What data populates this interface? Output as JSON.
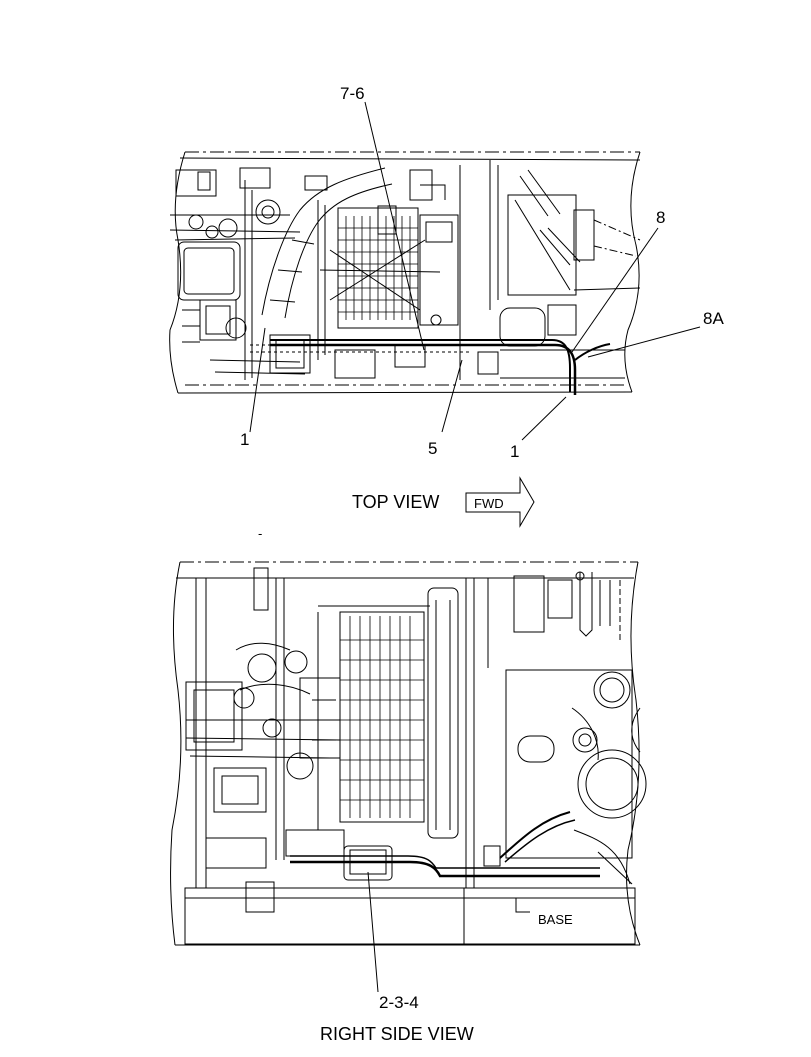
{
  "top_view": {
    "callouts": {
      "c_7_6": "7-6",
      "c_8": "8",
      "c_8a": "8A",
      "c_1_left": "1",
      "c_5": "5",
      "c_1_right": "1"
    },
    "caption": "TOP VIEW",
    "fwd_label": "FWD"
  },
  "side_view": {
    "callouts": {
      "c_2_3_4": "2-3-4"
    },
    "base_label": "BASE",
    "caption": "RIGHT SIDE VIEW"
  },
  "colors": {
    "line": "#000000",
    "background": "#ffffff"
  }
}
